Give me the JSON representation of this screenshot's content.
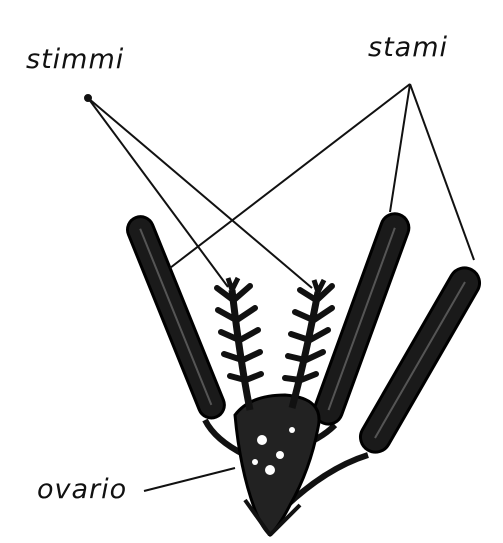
{
  "labels": {
    "stigmas": "stimmi",
    "stamens": "stami",
    "ovary": "ovario"
  },
  "colors": {
    "ink": "#111111",
    "background": "#ffffff"
  }
}
